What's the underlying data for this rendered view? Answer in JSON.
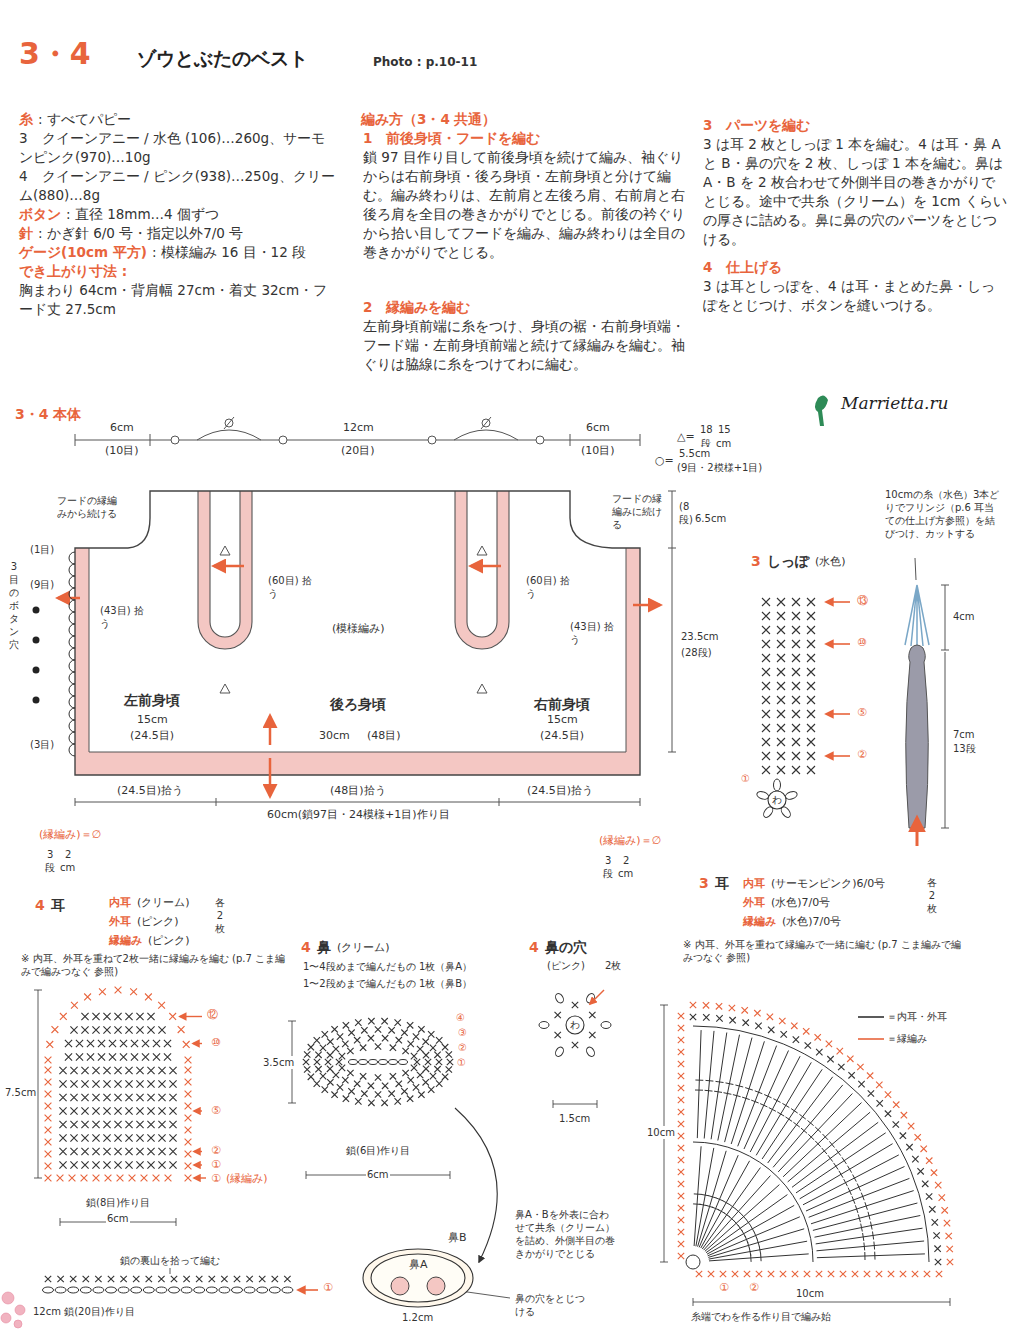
{
  "diagram": {
    "title": "ゾウとぶたのベスト",
    "nodes": [
      {
        "text": [
          "(模様編み)",
          "左前身頃",
          "後ろ身頃",
          "右前身頃"
        ]
      },
      {
        "text": [
          "わ"
        ]
      },
      {
        "text": [
          "わ"
        ]
      },
      {
        "text": [
          "鼻B"
        ]
      },
      {
        "text": [
          "鼻A"
        ],
        "in": 3
      }
    ],
    "labels": [
      "3・4",
      "Photo : p.10-11",
      "糸",
      ": すべてパピー",
      "3　クイーンアニー / 水色 (106)…260g、サーモンピンク(970)…10g",
      "4　クイーンアニー / ピンク(938)…250g、クリーム(880)…8g",
      "ボタン",
      ": 直径 18mm…4 個ずつ",
      "針",
      ": かぎ針 6/0 号・指定以外7/0 号",
      "ゲージ(10cm 平方)",
      ": 模様編み 16 目・12 段",
      "でき上がり寸法 :",
      "胸まわり 64cm・背肩幅 27cm・着丈 32cm・フード丈 27.5cm",
      "編み方（3・4 共通）",
      "1　前後身頃・フードを編む",
      "鎖 97 目作り目して前後身頃を続けて編み、袖ぐりからは右前身頃・後ろ身頃・左前身頃と分けて編む。編み終わりは、左前肩と左後ろ肩、右前肩と右後ろ肩を全目の巻きかがりでとじる。前後の衿ぐりから拾い目してフードを編み、編み終わりは全目の巻きかがりでとじる。",
      "2　縁編みを編む",
      "左前身頃前端に糸をつけ、身頃の裾・右前身頃端・フード端・左前身頃前端と続けて縁編みを編む。袖ぐりは脇線に糸をつけてわに編む。",
      "3　パーツを編む",
      "3 は耳 2 枚としっぽ 1 本を編む。4 は耳・鼻 A と B・鼻の穴を 2 枚、しっぽ 1 本を編む。鼻は A・B を 2 枚合わせて外側半目の巻きかがりでとじる。途中で共糸（クリーム）を 1cm くらいの厚さに詰める。鼻に鼻の穴のパーツをとじつける。",
      "4　仕上げる",
      "3 は耳としっぽを、4 は耳・まとめた鼻・しっぽをとじつけ、ボタンを縫いつける。",
      "Marrietta.ru",
      "3・4 本体",
      "6cm",
      "(10目)",
      "12cm",
      "(20目)",
      "6cm",
      "(10目)",
      "△=",
      "18",
      "段",
      "15",
      "cm",
      "○=",
      "5.5cm",
      "(9目・2模様+1目)",
      "フードの縁編みから続ける",
      "(1目)",
      "(9目)",
      "3目のボタン穴",
      "(43目) 拾う",
      "(60目) 拾う",
      "(60目) 拾う",
      "(43目) 拾う",
      "フードの縁編みに続ける",
      "(8段)",
      "6.5cm",
      "23.5cm",
      "(28段)",
      "15cm",
      "(24.5目)",
      "30cm",
      "(48目)",
      "15cm",
      "(24.5目)",
      "(3目)",
      "(24.5目)拾う",
      "(48目)拾う",
      "(24.5目)拾う",
      "60cm(鎖97目・24模様+1目)作り目",
      "(縁編み)＝∅",
      "3",
      "段",
      "2",
      "cm",
      "(縁編み)＝∅",
      "3",
      "段",
      "2",
      "cm",
      "3",
      "しっぽ",
      "(水色)",
      "10cmの糸（水色）3本どりでフリンジ（p.6 耳当ての仕上げ方参照）を結びつけ、カットする",
      "⑬",
      "⑩",
      "⑤",
      "②",
      "①",
      "4cm",
      "7cm",
      "13段",
      "4",
      "耳",
      "内耳",
      "(クリーム)",
      "外耳",
      "(ピンク)",
      "縁編み",
      "(ピンク)",
      "各2枚",
      "※ 内耳、外耳を重ねて2枚一緒に縁編みを編む (p.7 こま編みで編みつなぐ 参照)",
      "⑫",
      "⑩",
      "⑤",
      "②",
      "①",
      "①",
      "(縁編み)",
      "7.5cm",
      "鎖(8目)作り目",
      "6cm",
      "鎖の裏山を拾って編む",
      "①",
      "12cm 鎖(20目)作り目",
      "4",
      "鼻",
      "(クリーム)",
      "1〜4段めまで編んだもの 1枚（鼻A）",
      "1〜2段めまで編んだもの 1枚（鼻B）",
      "3.5cm",
      "④",
      "③",
      "②",
      "①",
      "鎖(6目)作り目",
      "6cm",
      "1.2cm",
      "鼻A・Bを外表に合わせて共糸（クリーム）を詰め、外側半目の巻きかがりでとじる",
      "鼻の穴をとじつける",
      "4",
      "鼻の穴",
      "(ピンク)",
      "2枚",
      "1.5cm",
      "3",
      "耳",
      "内耳",
      "(サーモンピンク)6/0号",
      "外耳",
      "(水色)7/0号",
      "縁編み",
      "(水色)7/0号",
      "各2枚",
      "※ 内耳、外耳を重ねて縁編みで一緒に編む (p.7 こま編みで編みつなぐ 参照)",
      "10cm",
      "10cm",
      "①",
      "②",
      "糸端でわを作る作り目で編み始"
    ],
    "legend": [
      {
        "text": "＝内耳・外耳"
      },
      {
        "text": "＝縁編み"
      }
    ]
  }
}
